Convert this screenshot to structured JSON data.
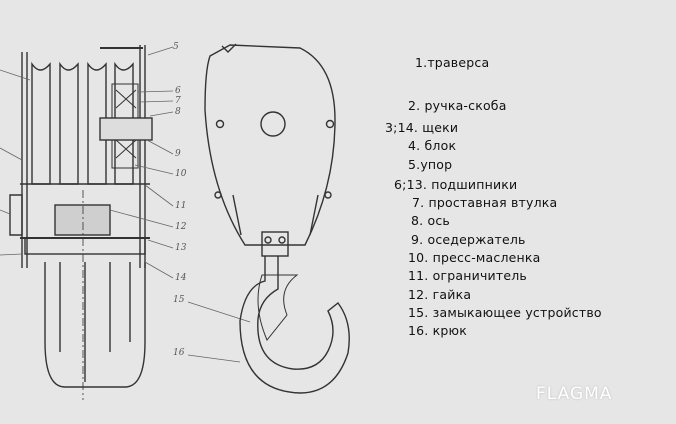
{
  "diagram": {
    "callouts": [
      "5",
      "6",
      "7",
      "8",
      "9",
      "10",
      "11",
      "12",
      "13",
      "14",
      "15",
      "16"
    ],
    "legend": [
      "1.траверса",
      "2. ручка-скоба",
      "3;14. щеки",
      "4. блок",
      "5.упор",
      "6;13. подшипники",
      "7. проставная втулка",
      "8. ось",
      "9. оседержатель",
      "10. пресс-масленка",
      "11. ограничитель",
      "12. гайка",
      "15. замыкающее устройство",
      "16. крюк"
    ],
    "watermark": "FLAGMA"
  }
}
